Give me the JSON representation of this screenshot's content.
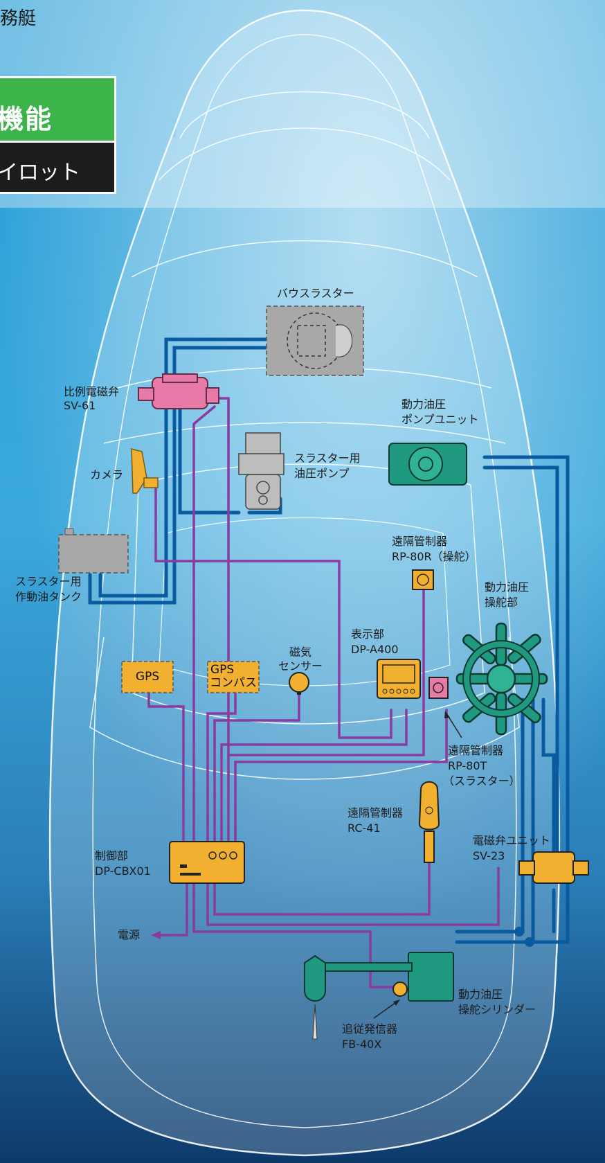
{
  "header": {
    "top_text": "務艇",
    "green_title": "機能",
    "black_title": "イロット"
  },
  "components": {
    "bow_thruster": "バウスラスター",
    "proportional_valve_1": "比例電磁弁",
    "proportional_valve_2": "SV-61",
    "camera": "カメラ",
    "thruster_pump_1": "スラスター用",
    "thruster_pump_2": "油圧ポンプ",
    "power_unit_1": "動力油圧",
    "power_unit_2": "ポンプユニット",
    "oil_tank_1": "スラスター用",
    "oil_tank_2": "作動油タンク",
    "rp80r_1": "遠隔管制器",
    "rp80r_2": "RP-80R（操舵）",
    "steering_1": "動力油圧",
    "steering_2": "操舵部",
    "display_1": "表示部",
    "display_2": "DP-A400",
    "magnetic_1": "磁気",
    "magnetic_2": "センサー",
    "gps": "GPS",
    "gps_compass_1": "GPS",
    "gps_compass_2": "コンパス",
    "rp80t_1": "遠隔管制器",
    "rp80t_2": "RP-80T",
    "rp80t_3": "（スラスター）",
    "rc41_1": "遠隔管制器",
    "rc41_2": "RC-41",
    "sv23_1": "電磁弁ユニット",
    "sv23_2": "SV-23",
    "controller_1": "制御部",
    "controller_2": "DP-CBX01",
    "power": "電源",
    "cylinder_1": "動力油圧",
    "cylinder_2": "操舵シリンダー",
    "fb40x_1": "追従発信器",
    "fb40x_2": "FB-40X"
  },
  "colors": {
    "hydraulic_line": "#0a5aa0",
    "signal_line": "#8a3aa0",
    "accent_green": "#3cb44a",
    "device_orange": "#f2b030",
    "device_teal": "#1f9a80",
    "device_pink": "#e87aa8"
  }
}
